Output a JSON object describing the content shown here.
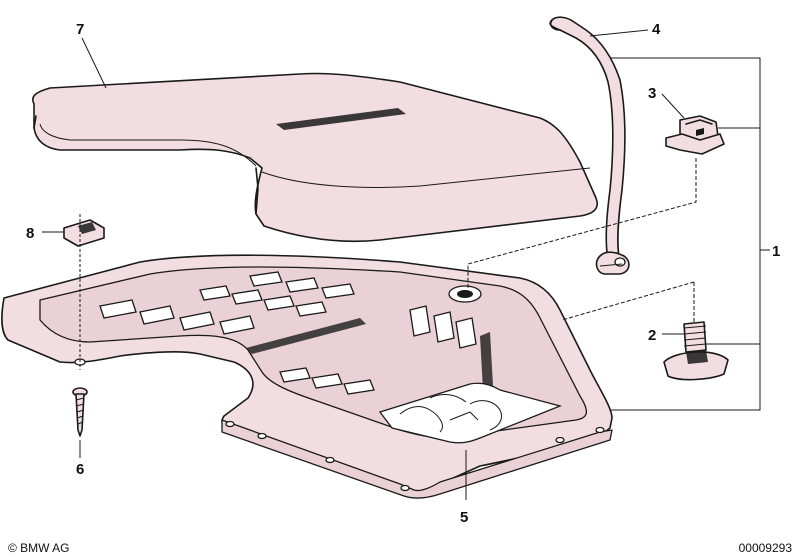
{
  "diagram": {
    "part_labels": {
      "p1": "1",
      "p2": "2",
      "p3": "3",
      "p4": "4",
      "p5": "5",
      "p6": "6",
      "p7": "7",
      "p8": "8"
    },
    "footer": {
      "copyright": "© BMW AG",
      "drawing_number": "00009293"
    }
  }
}
